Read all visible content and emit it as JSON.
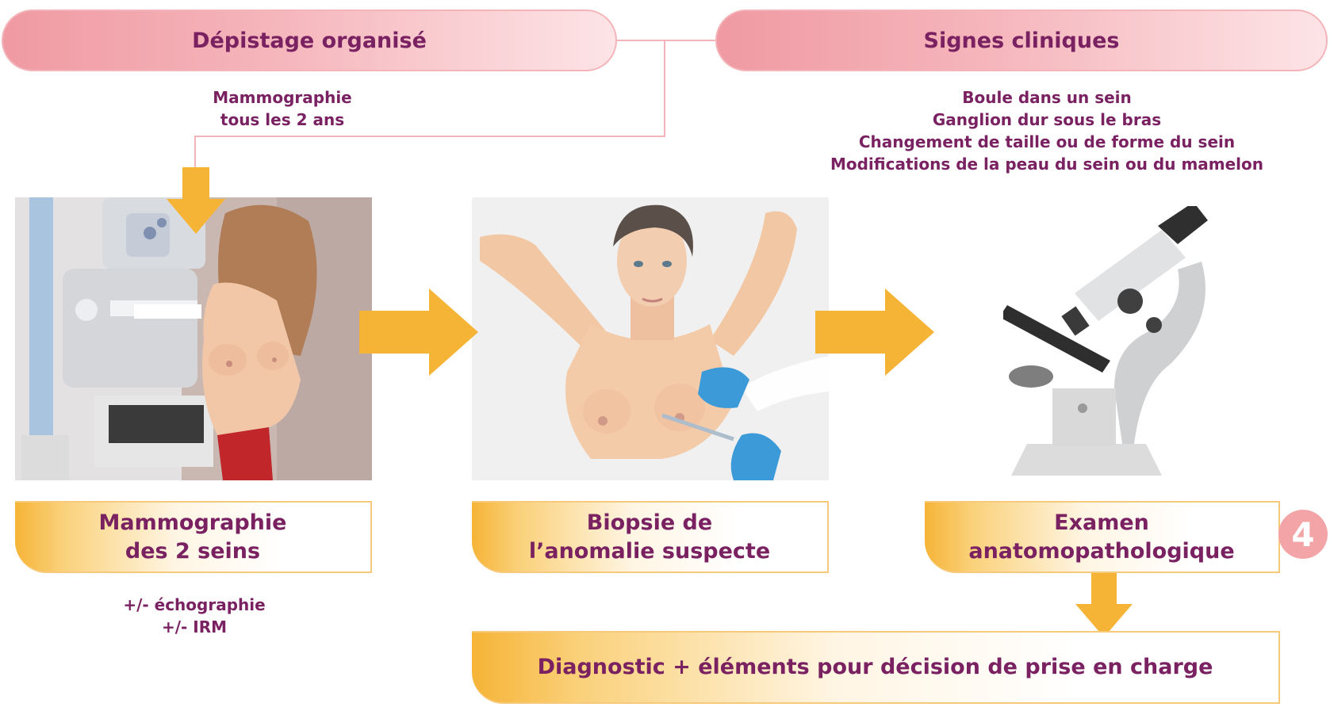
{
  "header": {
    "left_title": "Dépistage organisé",
    "right_title": "Signes cliniques"
  },
  "screening_note": {
    "line1": "Mammographie",
    "line2": "tous les 2 ans"
  },
  "clinical_signs": [
    "Boule dans un sein",
    "Ganglion dur sous le bras",
    "Changement de taille ou de forme du sein",
    "Modifications de la peau du sein ou du mamelon"
  ],
  "steps": [
    {
      "line1": "Mammographie",
      "line2": "des 2 seins",
      "illustration": "mammography-illustration"
    },
    {
      "line1": "Biopsie de",
      "line2": "l’anomalie suspecte",
      "illustration": "biopsy-illustration"
    },
    {
      "line1": "Examen",
      "line2": "anatomopathologique",
      "illustration": "microscope-illustration"
    }
  ],
  "mammo_extra": {
    "line1": "+/- échographie",
    "line2": "+/- IRM"
  },
  "badge": "4",
  "result": "Diagnostic + éléments pour décision de prise en charge",
  "colors": {
    "text": "#7a2161",
    "pill": "#f09aa3",
    "arrow": "#f6b437",
    "badge": "#f3a4a6"
  }
}
